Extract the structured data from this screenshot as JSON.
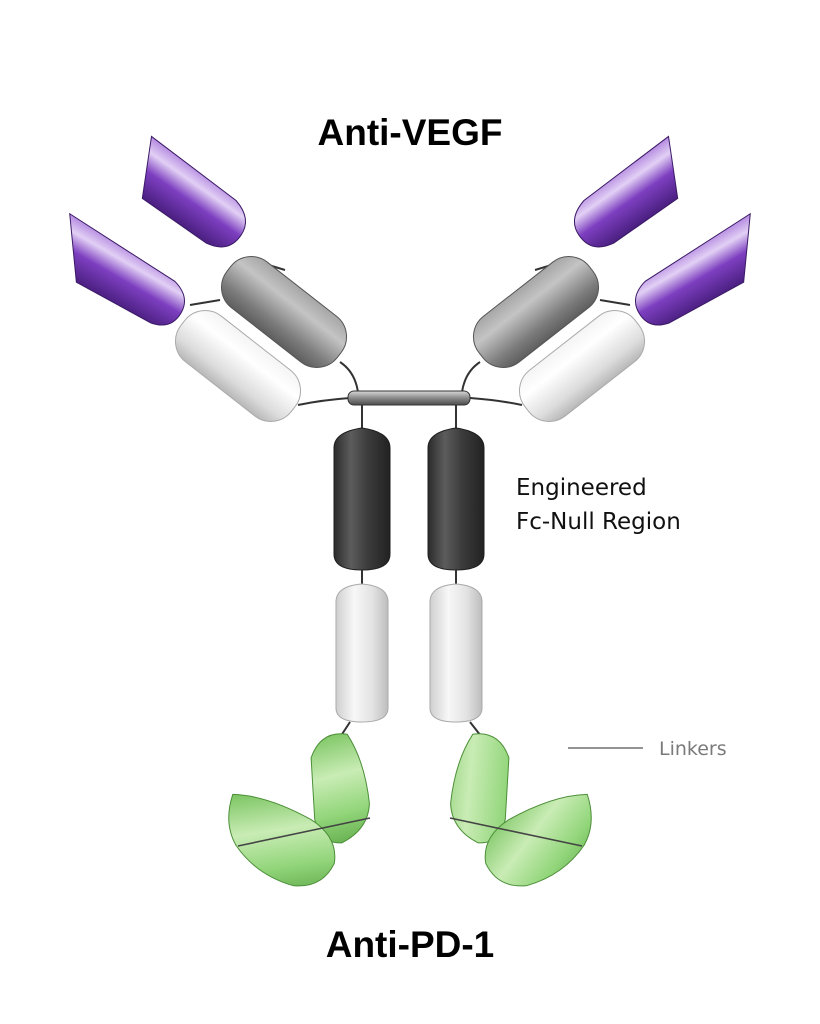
{
  "labels": {
    "top_title": "Anti-VEGF",
    "fc_region_line1": "Engineered",
    "fc_region_line2": "Fc-Null Region",
    "linkers": "Linkers",
    "bottom_title": "Anti-PD-1"
  },
  "colors": {
    "anti_vegf_domain": "#7e3fbf",
    "constant_light_domain": "#e2e2e2",
    "constant_gray_domain": "#8e8e8e",
    "fc_dark_domain": "#3d3d3d",
    "anti_pd1_domain": "#8fd07a",
    "linker": "#333333"
  }
}
